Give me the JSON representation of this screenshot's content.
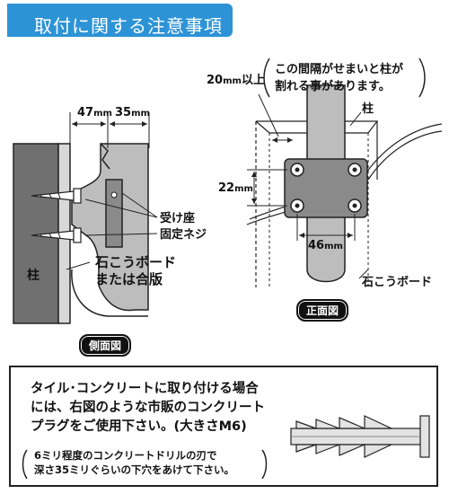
{
  "title": "取付に関する注意事項",
  "side_view": {
    "dim_47": "47",
    "dim_35": "35",
    "unit": "mm",
    "label_receiver_line1": "受け座",
    "label_receiver_line2": "固定ネジ",
    "label_pillar": "柱",
    "label_board_line1": "石こうボード",
    "label_board_line2": "または合版",
    "caption": "側面図"
  },
  "front_view": {
    "dim_20": "20",
    "above_suffix": "以上",
    "note_line1": "この間隔がせまいと柱が",
    "note_line2": "割れる事があります。",
    "label_pillar": "柱",
    "dim_22": "22",
    "dim_46": "46",
    "unit": "mm",
    "label_board": "石こうボード",
    "caption": "正面図"
  },
  "notice": {
    "line1": "タイル･コンクリートに取り付ける場合",
    "line2": "には、右図のような市販のコンクリート",
    "line3": "プラグをご使用下さい。(大きさM6)",
    "sub_line1": "6ミリ程度のコンクリートドリルの刃で",
    "sub_line2": "深さ35ミリぐらいの下穴をあけて下さい。"
  },
  "colors": {
    "title_band": "#2c93d6",
    "pillar_dark": "#707070",
    "pillar_light": "#b8b8b8",
    "board": "#d8d8d8"
  }
}
